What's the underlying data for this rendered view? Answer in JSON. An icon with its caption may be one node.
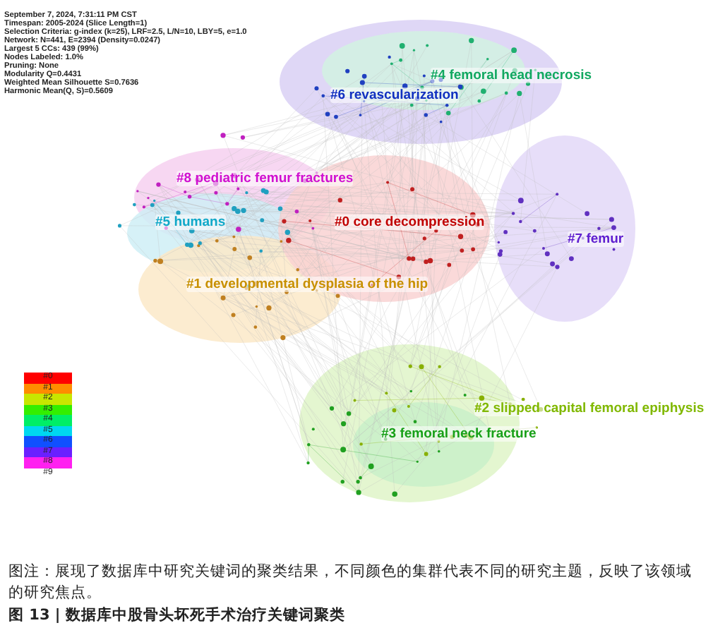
{
  "diagram": {
    "title": "图 13 | 数据库中股骨头坏死手术治疗关键词聚类",
    "caption": "图注：展现了数据库中研究关键词的聚类结果，不同颜色的集群代表不同的研究主题，反映了该领域的研究焦点。",
    "labels": [
      "September 7, 2024, 7:31:11 PM CST",
      "Timespan: 2005-2024 (Slice Length=1)",
      "Selection Criteria: g-index (k=25), LRF=2.5, L/N=10, LBY=5, e=1.0",
      "Network: N=441, E=2394 (Density=0.0247)",
      "Largest 5 CCs: 439 (99%)",
      "Nodes Labeled: 1.0%",
      "Pruning: None",
      "Modularity Q=0.4431",
      "Weighted Mean Silhouette S=0.7636",
      "Harmonic Mean(Q, S)=0.5609",
      "#4 femoral head necrosis",
      "#6 revascularization",
      "#8 pediatric femur fractures",
      "#5 humans",
      "#0 core decompression",
      "#7 femur",
      "#1 developmental dysplasia of the hip",
      "#2 slipped capital femoral epiphysis",
      "#3 femoral neck fracture"
    ],
    "legend": [
      {
        "text": "#0",
        "color": "#ff0000"
      },
      {
        "text": "#1",
        "color": "#ff8c00"
      },
      {
        "text": "#2",
        "color": "#c8e600"
      },
      {
        "text": "#3",
        "color": "#33ee00"
      },
      {
        "text": "#4",
        "color": "#00ee66"
      },
      {
        "text": "#5",
        "color": "#00d8f0"
      },
      {
        "text": "#6",
        "color": "#1050ff"
      },
      {
        "text": "#7",
        "color": "#6a20ff"
      },
      {
        "text": "#8",
        "color": "#ff20f0"
      },
      {
        "text": "#9",
        "color": "#ffffff"
      }
    ]
  }
}
